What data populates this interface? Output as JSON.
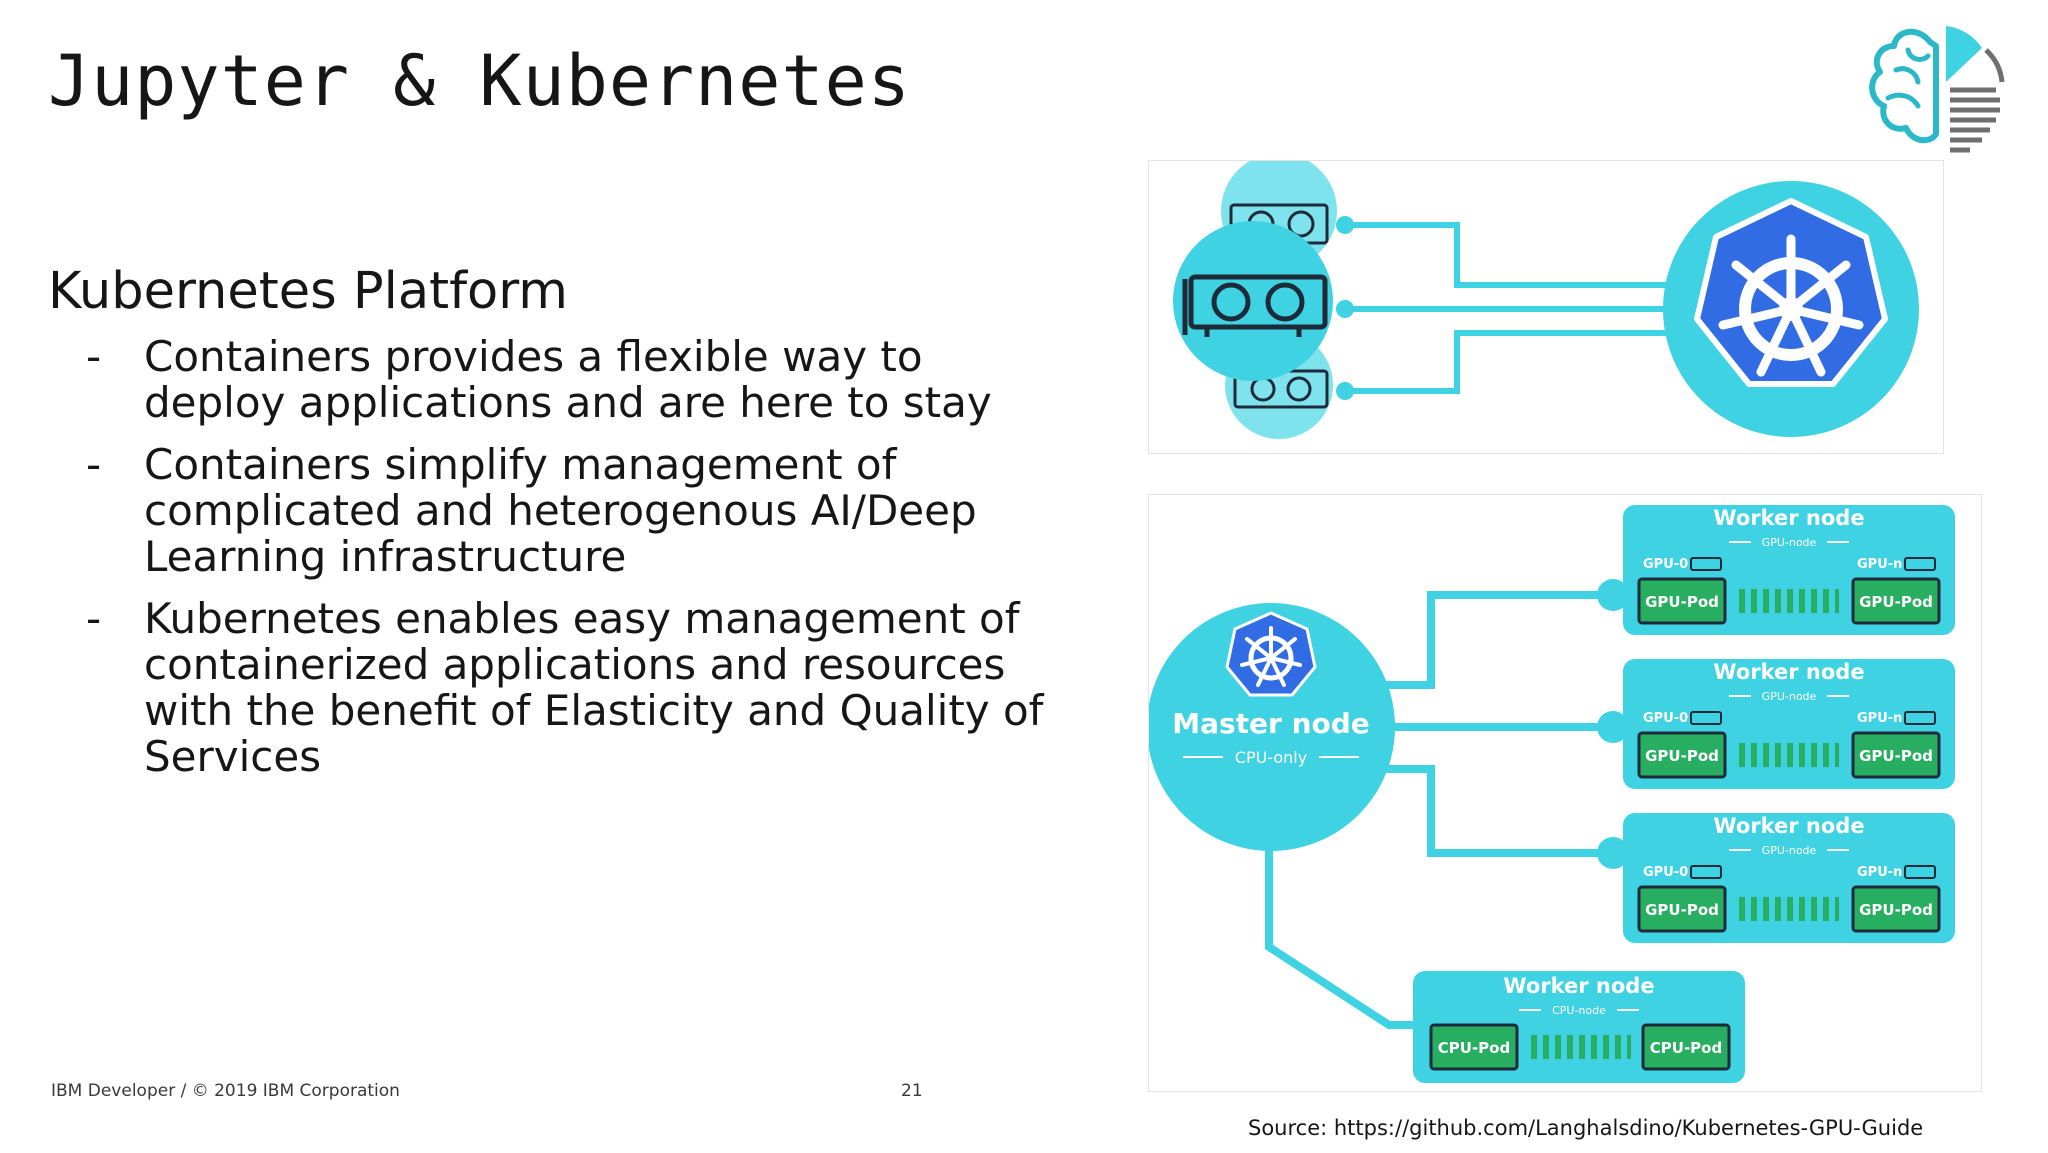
{
  "slide": {
    "title": "Jupyter & Kubernetes",
    "section_heading": "Kubernetes Platform",
    "bullet_marker": "-",
    "bullets": [
      [
        "Containers provides a flexible way to",
        "deploy applications and are here to stay"
      ],
      [
        "Containers simplify management of",
        "complicated and heterogenous AI/Deep",
        "Learning infrastructure"
      ],
      [
        "Kubernetes enables easy management of",
        "containerized applications and resources",
        "with the benefit of Elasticity and Quality of",
        "Services"
      ]
    ],
    "footer": "IBM Developer / © 2019 IBM Corporation",
    "page_number": "21",
    "source": "Source: https://github.com/Langhalsdino/Kubernetes-GPU-Guide"
  },
  "diagram": {
    "master": {
      "title": "Master node",
      "subtitle": "CPU-only"
    },
    "worker_title": "Worker node",
    "gpu_node_label": "GPU-node",
    "cpu_node_label": "CPU-node",
    "gpu0_label": "GPU-0",
    "gpun_label": "GPU-n",
    "gpu_pod_label": "GPU-Pod",
    "cpu_pod_label": "CPU-Pod"
  },
  "colors": {
    "teal": "#3fd2e3",
    "light_teal": "#7fe3ee",
    "kube_blue": "#326ce5",
    "pod_green": "#27ae60",
    "text": "#161616"
  },
  "icons": [
    "brain-logo-icon",
    "gpu-card-icon",
    "kubernetes-wheel-icon"
  ]
}
